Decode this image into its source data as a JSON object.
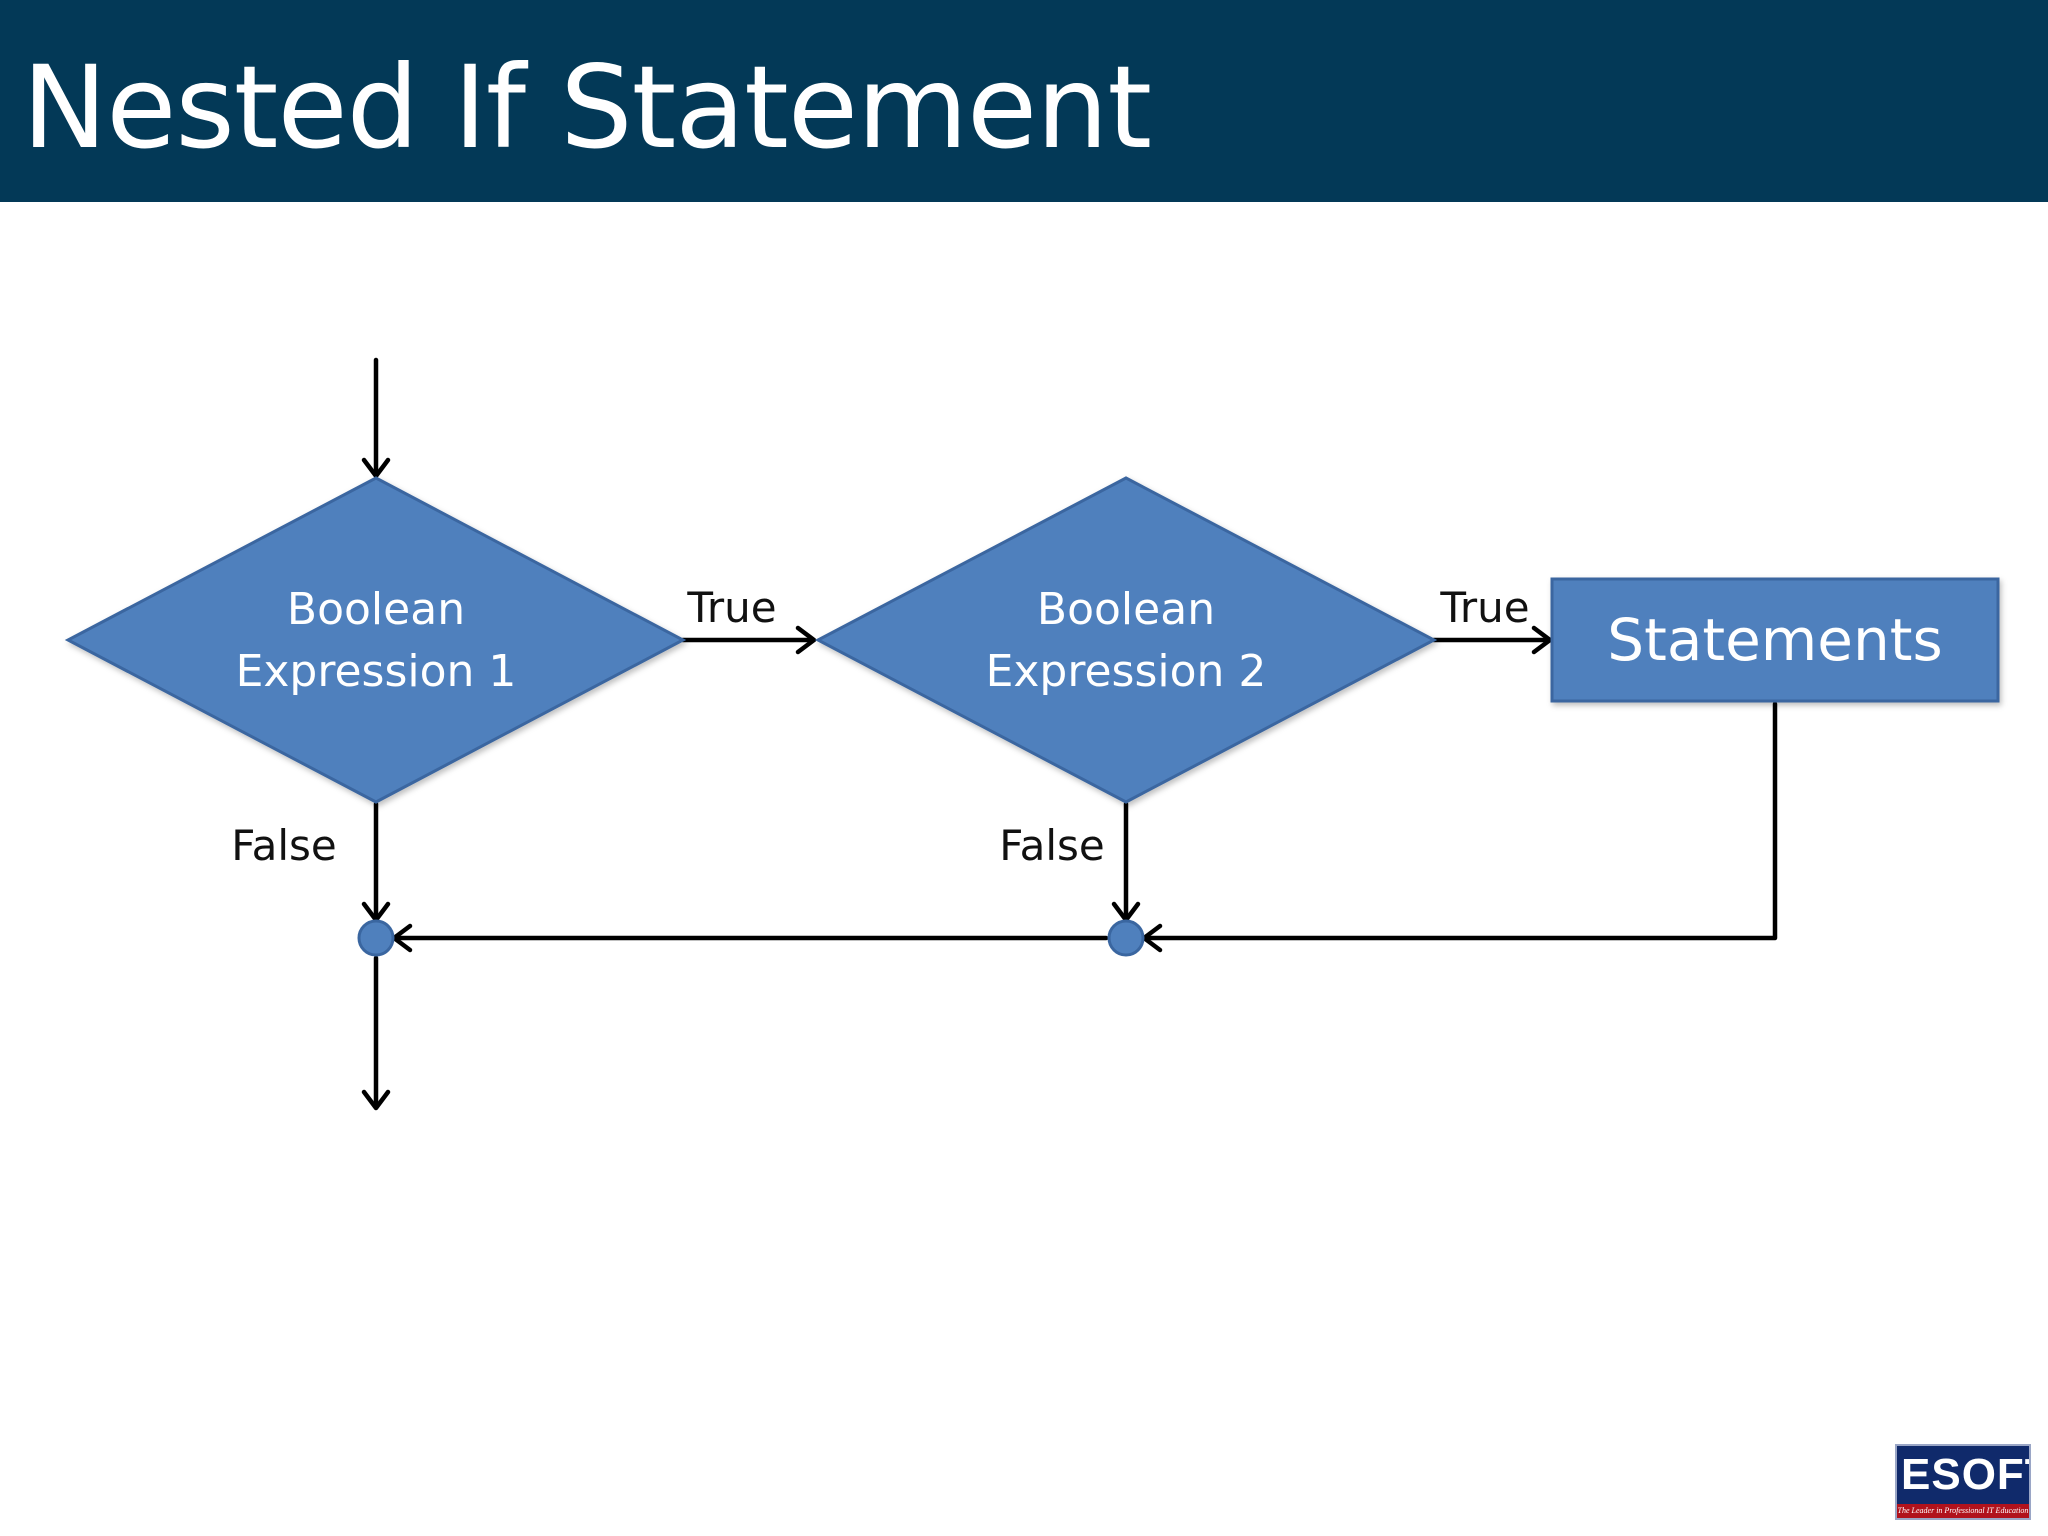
{
  "slide": {
    "title": "Nested If Statement",
    "colors": {
      "title_bar": "#033957",
      "shape_fill": "#4f80bd",
      "shape_border": "#3a66a0",
      "connector": "#000000"
    }
  },
  "flowchart": {
    "decision_1": {
      "line1": "Boolean",
      "line2": "Expression 1"
    },
    "decision_2": {
      "line1": "Boolean",
      "line2": "Expression 2"
    },
    "process": {
      "label": "Statements"
    },
    "edges": {
      "d1_true": "True",
      "d1_false": "False",
      "d2_true": "True",
      "d2_false": "False"
    }
  },
  "logo": {
    "name": "ESOFT",
    "tagline": "The Leader in Professional IT Education"
  }
}
